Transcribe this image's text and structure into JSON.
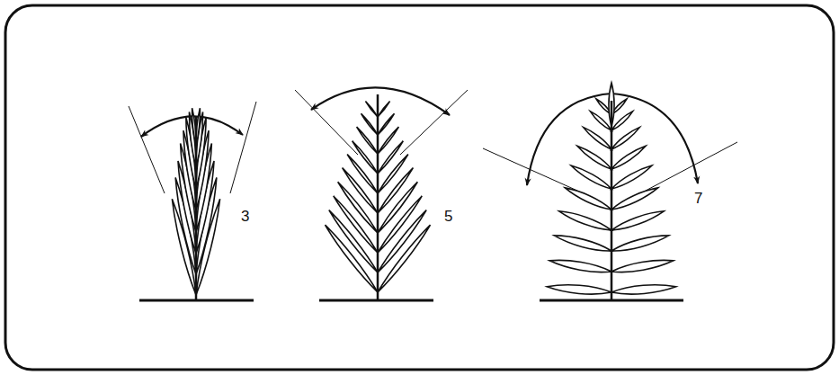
{
  "diagram": {
    "labels": [
      "3",
      "5",
      "7"
    ]
  }
}
